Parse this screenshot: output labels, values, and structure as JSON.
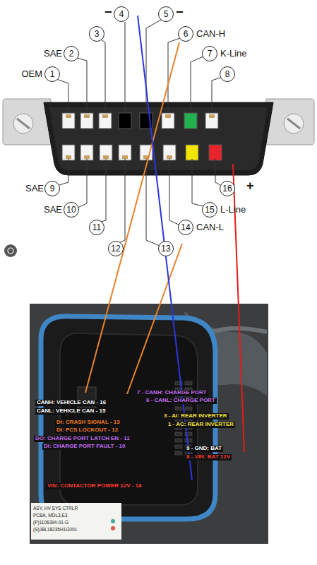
{
  "diagram": {
    "nodes": [
      {
        "text": [
          "1"
        ]
      },
      {
        "text": [
          "2"
        ]
      },
      {
        "text": [
          "3"
        ]
      },
      {
        "text": [
          "4"
        ]
      },
      {
        "text": [
          "5"
        ]
      },
      {
        "text": [
          "6"
        ]
      },
      {
        "text": [
          "7"
        ]
      },
      {
        "text": [
          "8"
        ]
      },
      {
        "text": [
          "9"
        ]
      },
      {
        "text": [
          "10"
        ]
      },
      {
        "text": [
          "11"
        ]
      },
      {
        "text": [
          "12"
        ]
      },
      {
        "text": [
          "13"
        ]
      },
      {
        "text": [
          "14"
        ]
      },
      {
        "text": [
          "15"
        ]
      },
      {
        "text": [
          "16"
        ]
      }
    ],
    "labels": [
      "−",
      "−",
      "CAN-H",
      "SAE",
      "K-Line",
      "OEM",
      "SAE",
      "+",
      "SAE",
      "L-Line",
      "CAN-L",
      "CANH: VEHICLE CAN - 16",
      "7 - CANH: CHARGE PORT",
      "6 - CANL: CHARGE PORT",
      "CANL: VEHICLE CAN - 15",
      "3 - AI: REAR INVERTER",
      "DI: CRASH SIGNAL - 13",
      "1 - AC: REAR INVERTER",
      "DI: PCS LOCKOUT - 12",
      "DO: CHARGE PORT LATCH EN - 11",
      "DI: CHARGE PORT FAULT - 10",
      "9 - GND: BAT",
      "8 - VIN: BAT 12V",
      "VIN: CONTACTOR POWER 12V - 18",
      "ASY, HV SYS CTRLR",
      "PCBA, MDL3,E3",
      "(P)1106394-01-G",
      "(S)JBL18235H1G001"
    ]
  }
}
